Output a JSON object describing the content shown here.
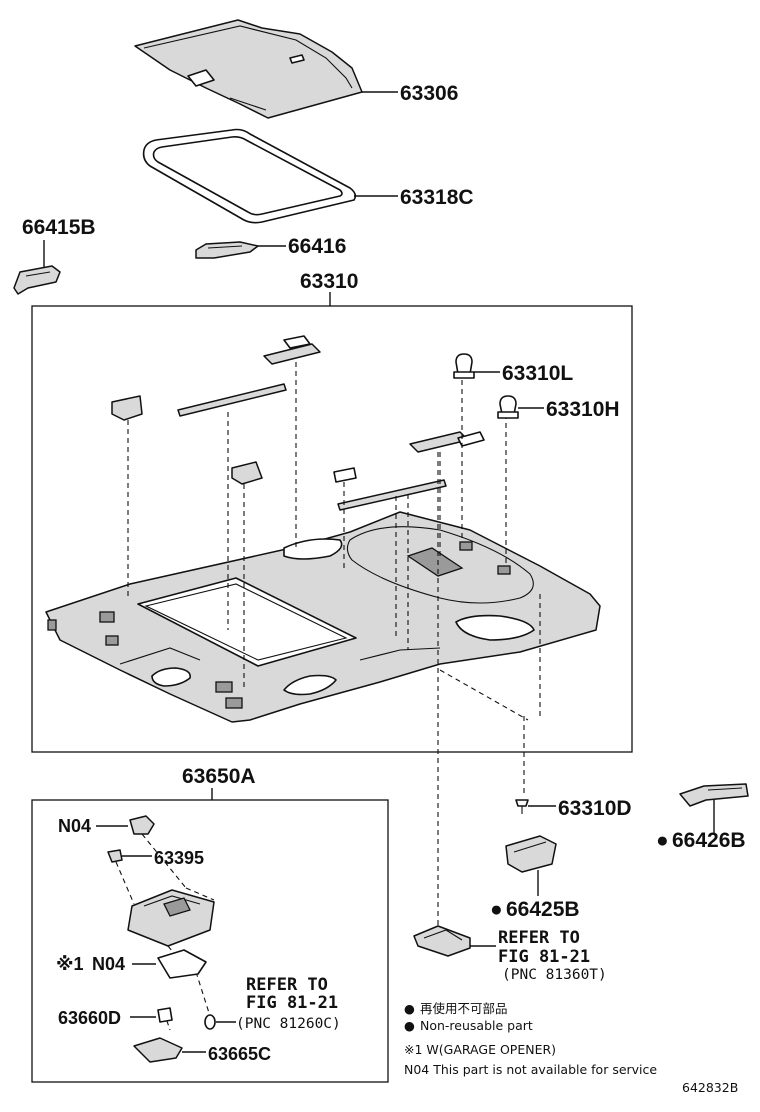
{
  "callouts": {
    "p63306": "63306",
    "p63318C": "63318C",
    "p66415B": "66415B",
    "p66416": "66416",
    "p63310": "63310",
    "p63310L": "63310L",
    "p63310H": "63310H",
    "p63650A": "63650A",
    "p63310D": "63310D",
    "p66426B": "66426B",
    "pN04a": "N04",
    "p63395": "63395",
    "p66425B": "66425B",
    "pN04b": "N04",
    "p63660D": "63660D",
    "p63665C": "63665C"
  },
  "marks": {
    "note_symbol": "※1",
    "bullet": "●"
  },
  "refer_right": {
    "line1": "REFER TO",
    "line2": "FIG 81-21",
    "line3": "(PNC 81360T)"
  },
  "refer_left": {
    "line1": "REFER TO",
    "line2": "FIG 81-21",
    "line3": "(PNC 81260C)"
  },
  "legend": {
    "jp_nonreusable": "再使用不可部品",
    "en_nonreusable": "Non-reusable part",
    "note1": "※1 W(GARAGE OPENER)",
    "note2": "N04 This part is not available for service"
  },
  "figure_id": "642832B"
}
